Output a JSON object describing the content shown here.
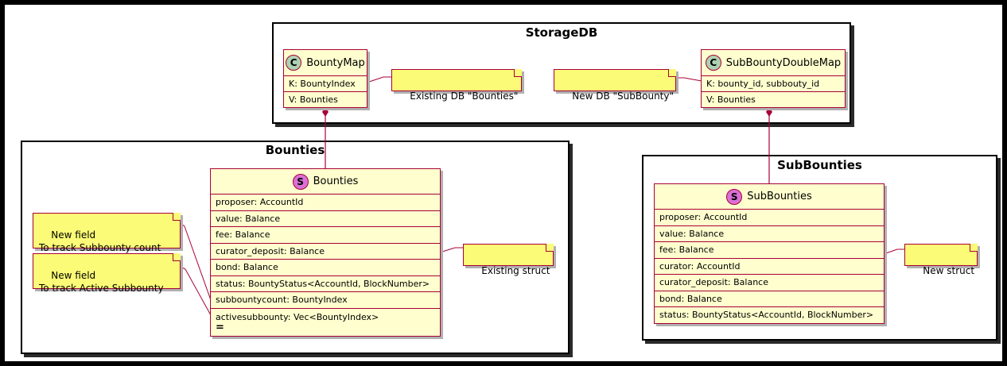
{
  "packages": {
    "storagedb": {
      "title": "StorageDB"
    },
    "bounties": {
      "title": "Bounties"
    },
    "subbounties": {
      "title": "SubBounties"
    }
  },
  "classes": {
    "bountymap": {
      "name": "BountyMap",
      "badge": "C",
      "fields": [
        "K: BountyIndex",
        "V: Bounties"
      ]
    },
    "subbountydoublemap": {
      "name": "SubBountyDoubleMap",
      "badge": "C",
      "fields": [
        "K: bounty_id, subbouty_id",
        "V: Bounties"
      ]
    },
    "bounties_struct": {
      "name": "Bounties",
      "badge": "S",
      "fields": [
        "proposer: AccountId",
        "value: Balance",
        "fee: Balance",
        "curator_deposit: Balance",
        "bond: Balance",
        "status: BountyStatus<AccountId, BlockNumber>",
        "subbountycount: BountyIndex",
        "activesubbounty: Vec<BountyIndex>"
      ],
      "trailing_mark": "="
    },
    "subbounties_struct": {
      "name": "SubBounties",
      "badge": "S",
      "fields": [
        "proposer: AccountId",
        "value: Balance",
        "fee: Balance",
        "curator: AccountId",
        "curator_deposit: Balance",
        "bond: Balance",
        "status: BountyStatus<AccountId, BlockNumber>"
      ]
    }
  },
  "notes": {
    "existing_db": "Existing DB \"Bounties\"",
    "new_db": "New DB \"SubBounty\"",
    "existing_struct": "Existing struct",
    "new_struct": "New struct",
    "new_field_count": "New field\nTo track Subbounty count",
    "new_field_active": "New field\nTo track Active Subbounty"
  },
  "colors": {
    "class_fill": "#fefece",
    "class_border": "#a80036",
    "note_fill": "#fbfb77",
    "class_badge": "#add1b2",
    "struct_badge": "#da70d6"
  }
}
